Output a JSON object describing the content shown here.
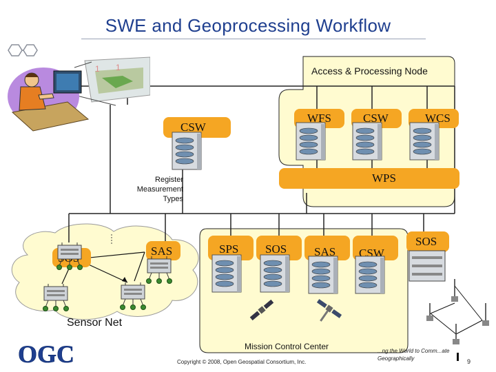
{
  "title": "SWE and Geoprocessing Workflow",
  "access_node": {
    "label": "Access & Processing Node",
    "services": [
      "WFS",
      "CSW",
      "WCS"
    ],
    "processing": "WPS"
  },
  "csw_standalone": "CSW",
  "register_text": [
    "Register",
    "Measurement",
    "Types"
  ],
  "sensor_net": {
    "label": "Sensor Net",
    "sos": "SOS",
    "sas": "SAS"
  },
  "mission_center": {
    "label": "Mission Control Center",
    "services": [
      "SPS",
      "SOS",
      "SAS",
      "CSW"
    ]
  },
  "right_sos": "SOS",
  "footer": {
    "copyright": "Copyright © 2008, Open Geospatial Consortium, Inc.",
    "tagline_line1": "...ng the World to Comm...ate",
    "tagline_line2": "Geographically",
    "page_number": "9",
    "logo_text": "OGC"
  },
  "colors": {
    "title": "#1f3f8f",
    "node_fill": "#fffbd0",
    "tab_orange": "#f5a623",
    "logo_blue": "#1f3f8f"
  }
}
